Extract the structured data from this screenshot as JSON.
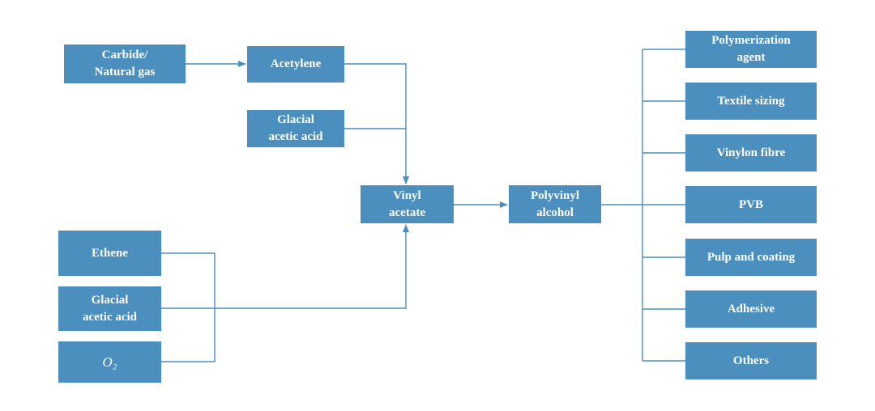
{
  "accent_color": "#4a8fbd",
  "nodes": {
    "carbide": {
      "line1": "Carbide/",
      "line2": "Natural gas"
    },
    "acetylene": {
      "line1": "Acetylene"
    },
    "glacial_top": {
      "line1": "Glacial",
      "line2": "acetic acid"
    },
    "vinyl_acetate": {
      "line1": "Vinyl",
      "line2": "acetate"
    },
    "polyvinyl_alcohol": {
      "line1": "Polyvinyl",
      "line2": "alcohol"
    },
    "ethene": {
      "line1": "Ethene"
    },
    "glacial_bottom": {
      "line1": "Glacial",
      "line2": "acetic acid"
    },
    "o2": {
      "line1": "O₂"
    }
  },
  "applications": [
    {
      "line1": "Polymerization",
      "line2": "agent"
    },
    {
      "line1": "Textile sizing"
    },
    {
      "line1": "Vinylon fibre"
    },
    {
      "line1": "PVB"
    },
    {
      "line1": "Pulp and coating"
    },
    {
      "line1": "Adhesive"
    },
    {
      "line1": "Others"
    }
  ]
}
